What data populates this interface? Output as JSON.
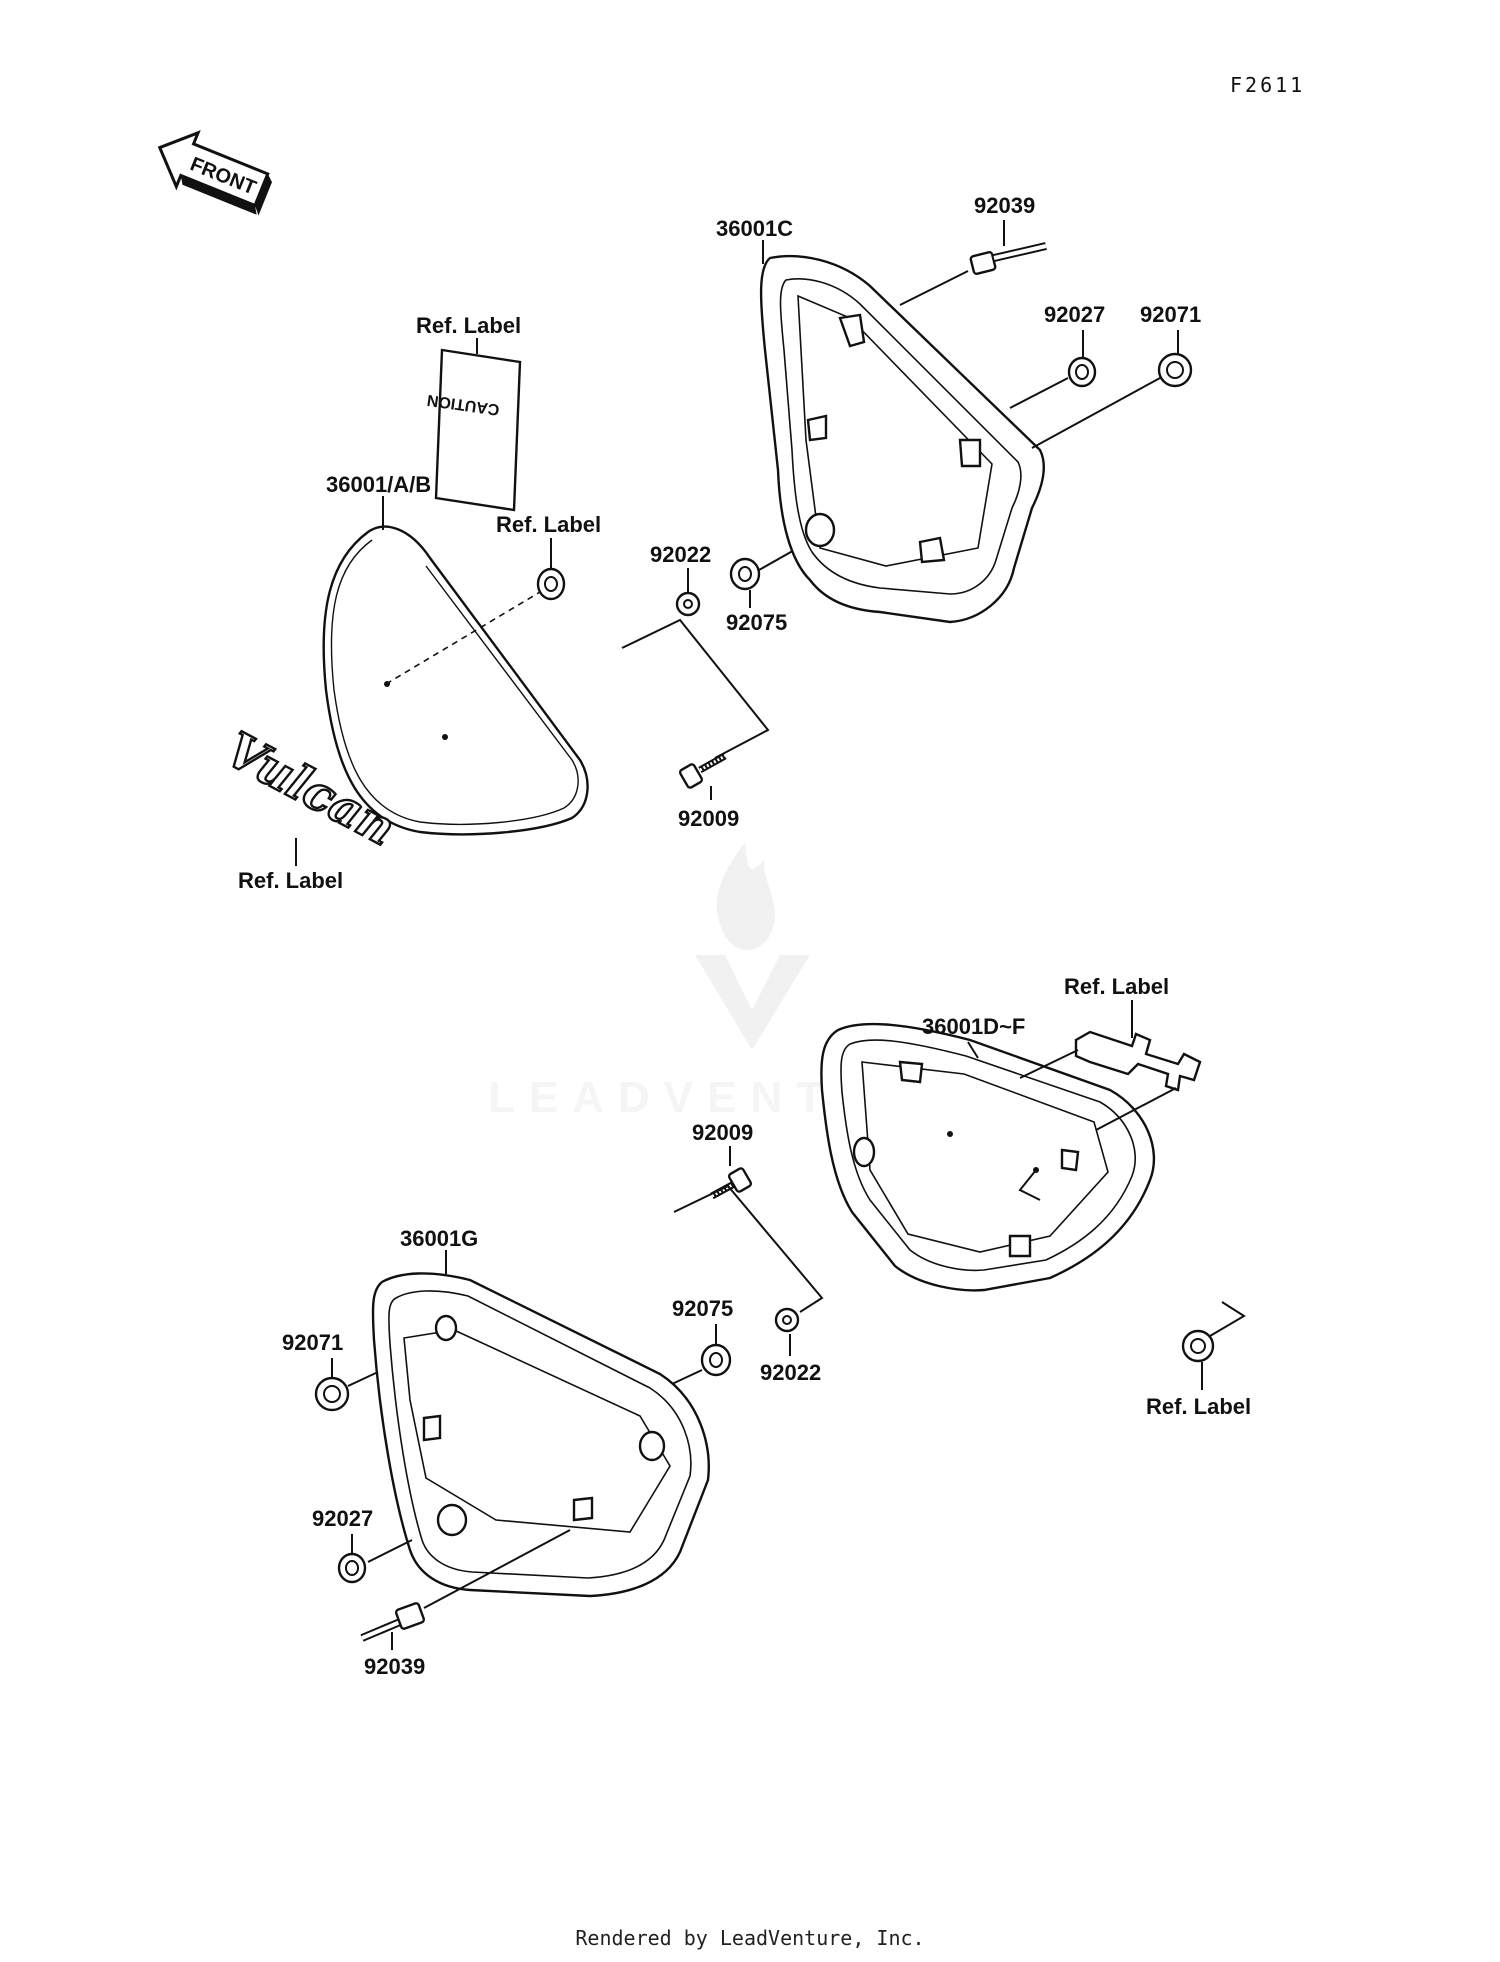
{
  "figure_id": "F2611",
  "front_arrow": "FRONT",
  "caution_label": "CAUTION",
  "emblem_text": "Vulcan",
  "watermark": "LEADVENTURE",
  "footer": "Rendered by LeadVenture, Inc.",
  "labels": {
    "ref_label_caution": "Ref. Label",
    "cover_ab": "36001/A/B",
    "ref_label_grommet": "Ref. Label",
    "ref_label_vulcan": "Ref. Label",
    "p92022_top": "92022",
    "p92075_top": "92075",
    "p92009_top": "92009",
    "cover_c": "36001C",
    "p92039_top": "92039",
    "p92027_top": "92027",
    "p92071_top": "92071",
    "ref_label_bracket": "Ref. Label",
    "cover_df": "36001D~F",
    "p92009_bot": "92009",
    "cover_g": "36001G",
    "p92075_bot": "92075",
    "p92022_bot": "92022",
    "p92071_bot": "92071",
    "p92027_bot": "92027",
    "p92039_bot": "92039",
    "ref_label_bottom": "Ref. Label"
  }
}
